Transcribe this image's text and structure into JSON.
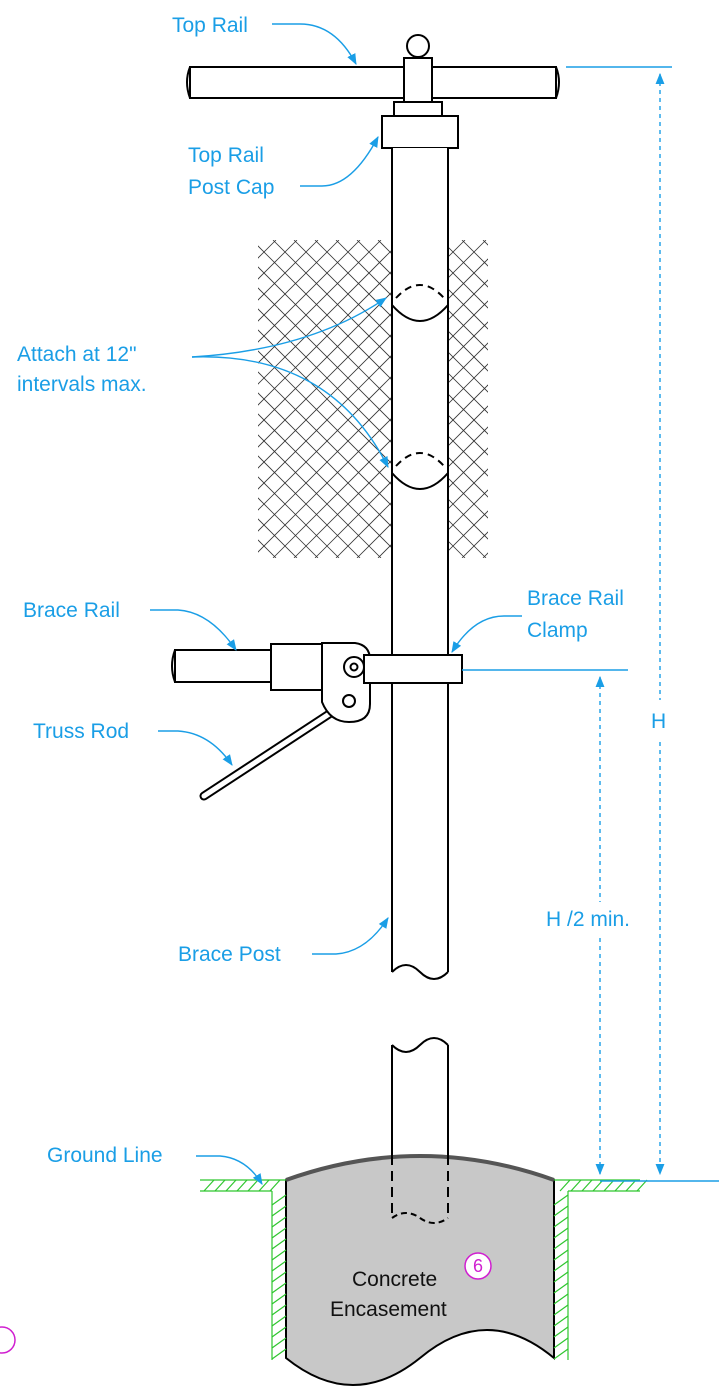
{
  "labels": {
    "top_rail": "Top Rail",
    "top_rail_post_cap_line1": "Top Rail",
    "top_rail_post_cap_line2": "Post Cap",
    "attach_line1": "Attach at 12\"",
    "attach_line2": "intervals max.",
    "brace_rail": "Brace Rail",
    "brace_rail_clamp_line1": "Brace Rail",
    "brace_rail_clamp_line2": "Clamp",
    "truss_rod": "Truss Rod",
    "brace_post": "Brace Post",
    "ground_line": "Ground Line",
    "concrete_line1": "Concrete",
    "concrete_line2": "Encasement"
  },
  "dimensions": {
    "height": "H",
    "half_height": "H /2 min."
  },
  "tags": {
    "concrete_ref": "6"
  },
  "colors": {
    "callout_text": "#1a9ee6",
    "tag": "#d020d0",
    "concrete_fill": "#c8c8c8",
    "ground_hatch": "#2ec62e",
    "linework": "#000000"
  }
}
